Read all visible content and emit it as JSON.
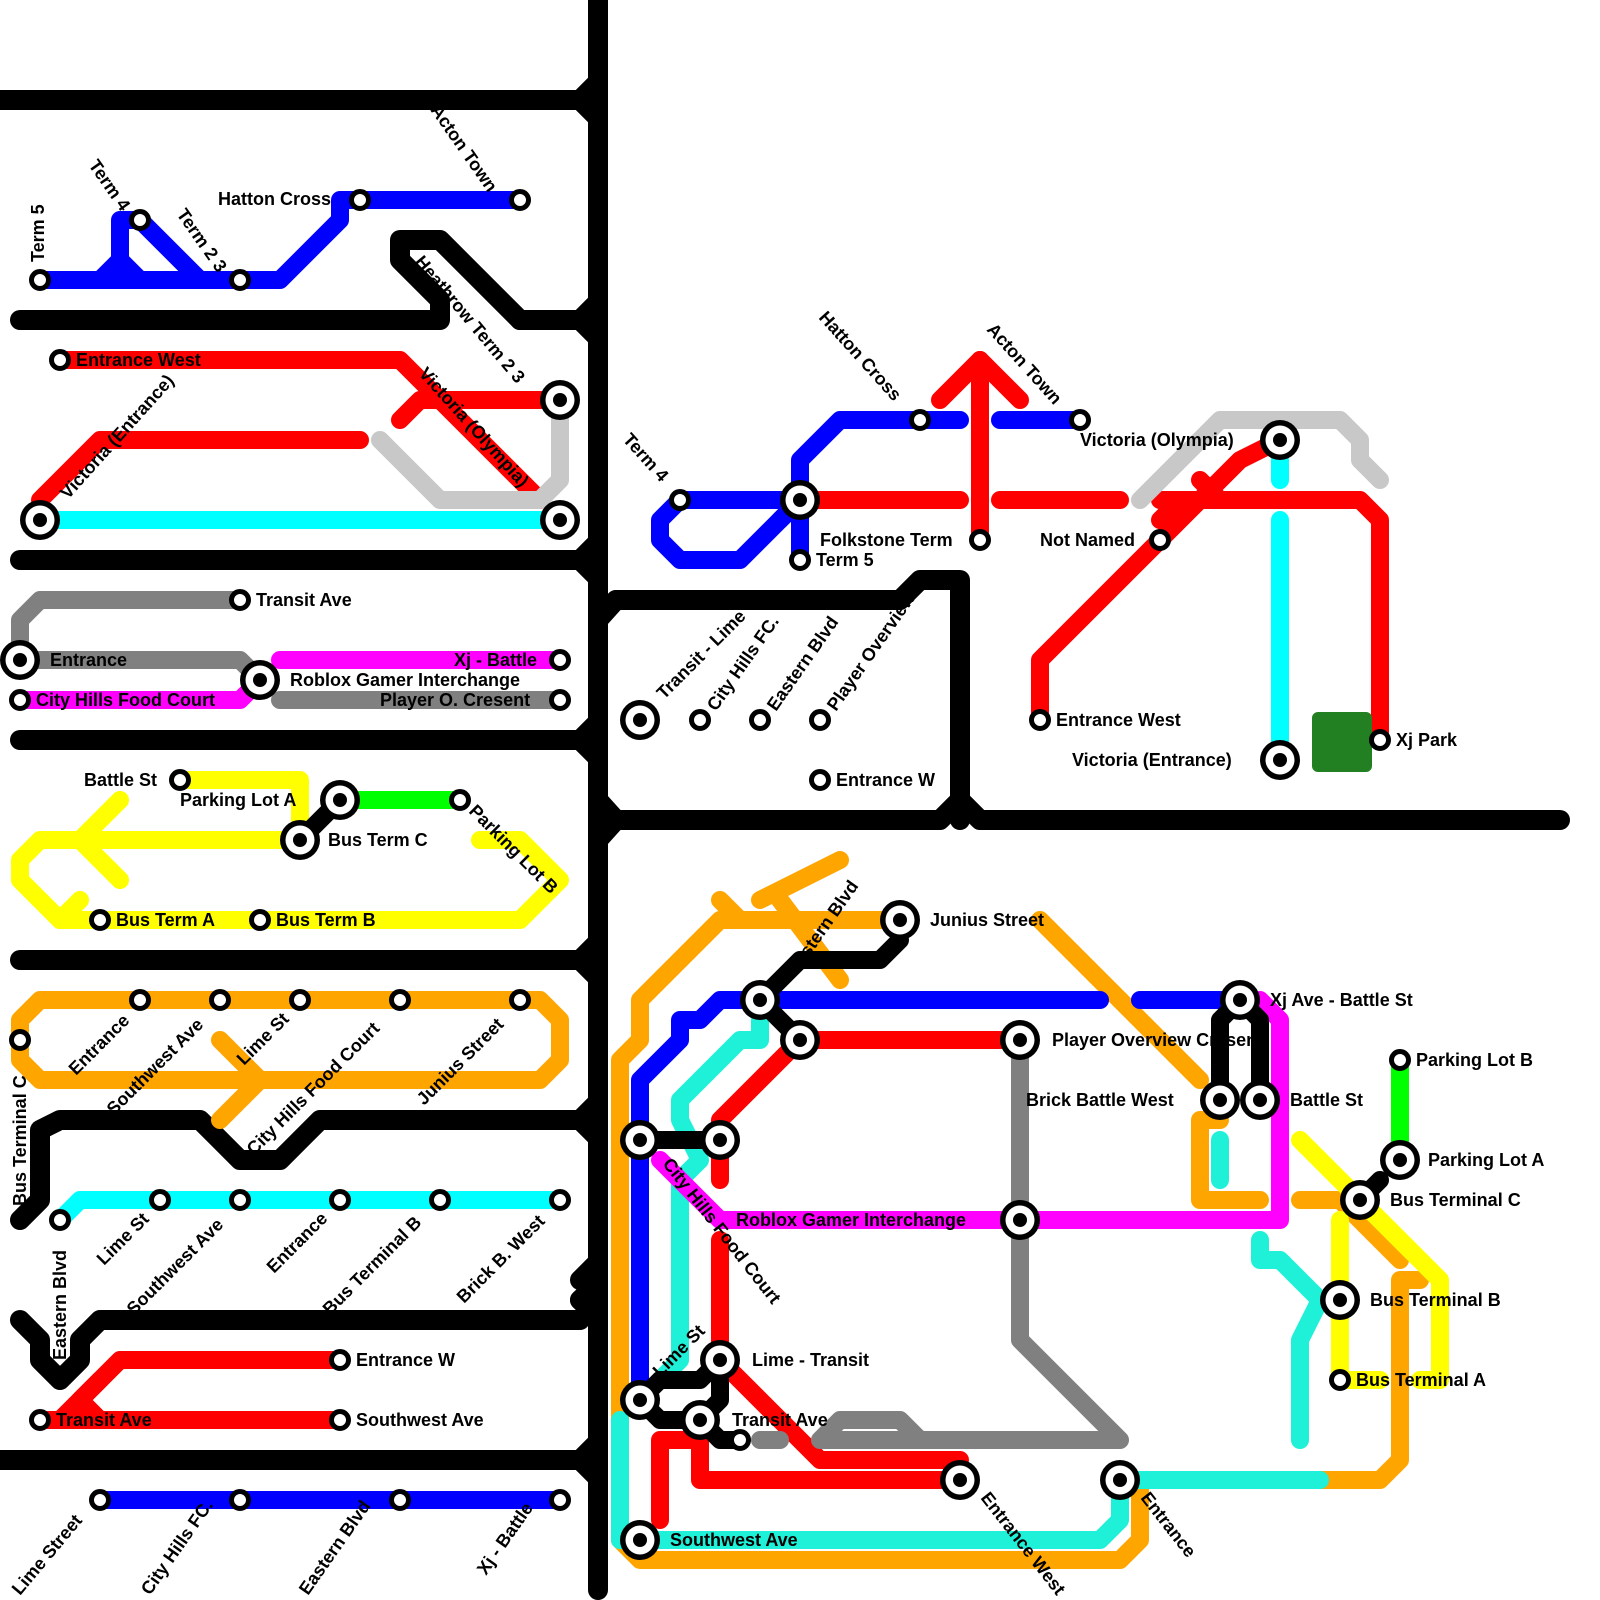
{
  "line_colors": {
    "black": "#000000",
    "blue": "#0000ff",
    "red": "#ff0000",
    "cyan": "#00ffff",
    "turquoise": "#1ff0d8",
    "light_gray": "#c8c8c8",
    "gray": "#808080",
    "magenta": "#ff00ff",
    "yellow": "#ffff00",
    "green": "#00ff00",
    "orange": "#ffa500",
    "park_green": "#228022"
  },
  "station_styles": [
    "stop-circle",
    "interchange-circle"
  ],
  "labels": {
    "l01": "Term 5",
    "l02": "Term 4",
    "l03": "Term 2 3",
    "l04": "Hatton Cross",
    "l05": "Acton Town",
    "l06": "Heathrow Term 2 3",
    "l07": "Entrance West",
    "l08": "Victoria (Entrance)",
    "l09": "Victoria (Olympia)",
    "l10": "Transit Ave",
    "l11": "Entrance",
    "l12": "Xj - Battle",
    "l13": "Roblox Gamer Interchange",
    "l14": "City Hills Food Court",
    "l15": "Player O. Cresent",
    "l16": "Battle St",
    "l17": "Parking Lot A",
    "l18": "Bus Term C",
    "l19": "Parking Lot B",
    "l20": "Bus Term A",
    "l21": "Bus Term B",
    "l22": "Bus Terminal C",
    "l23": "Entrance",
    "l24": "Southwest Ave",
    "l25": "Lime St",
    "l26": "City Hills Food Court",
    "l27": "Junius Street",
    "l28": "Eastern Blvd",
    "l29": "Lime St",
    "l30": "Southwest Ave",
    "l31": "Entrance",
    "l32": "Bus Terminal B",
    "l33": "Brick B. West",
    "l34": "Entrance W",
    "l35": "Transit Ave",
    "l36": "Southwest Ave",
    "l37": "Lime Street",
    "l38": "City Hills FC.",
    "l39": "Eastern Blvd",
    "l40": "Xj - Battle",
    "l41": "Hatton Cross",
    "l42": "Acton Town",
    "l43": "Term 4",
    "l44": "Victoria (Olympia)",
    "l45": "Folkstone Term",
    "l46": "Term 5",
    "l47": "Not Named",
    "l48": "Entrance West",
    "l49": "Victoria (Entrance)",
    "l50": "Xj Park",
    "l51": "Transit - Lime",
    "l52": "City Hills FC.",
    "l53": "Eastern Blvd",
    "l54": "Player Overview",
    "l55": "Entrance W",
    "l56": "Eastern Blvd",
    "l57": "Junius Street",
    "l58": "Xj Ave - Battle St",
    "l59": "Player Overview Cresent",
    "l60": "Brick Battle West",
    "l61": "Battle St",
    "l62": "Parking Lot B",
    "l63": "Parking Lot A",
    "l64": "Bus Terminal C",
    "l65": "Roblox Gamer Interchange",
    "l66": "City Hills Food Court",
    "l67": "Bus Terminal B",
    "l68": "Lime - Transit",
    "l69": "Lime St",
    "l70": "Transit Ave",
    "l71": "Bus Terminal A",
    "l72": "Entrance West",
    "l73": "Entrance",
    "l74": "Southwest Ave"
  }
}
